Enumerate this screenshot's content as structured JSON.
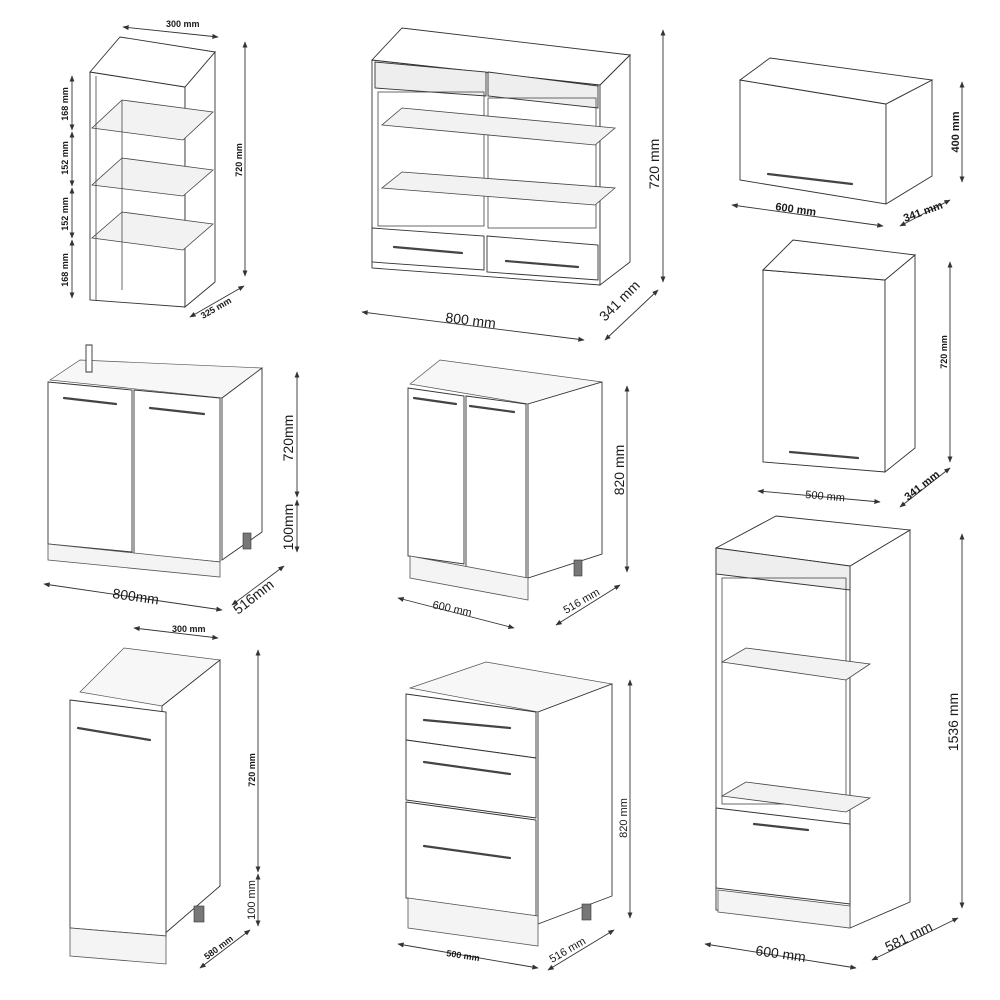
{
  "units": [
    {
      "name": "open-shelf-cabinet",
      "dims": {
        "width": "300 mm",
        "depth": "325 mm",
        "height": "720 mm",
        "shelf1": "168 mm",
        "shelf2": "152 mm",
        "shelf3": "152 mm",
        "shelf4": "168 mm"
      }
    },
    {
      "name": "glass-wall-cabinet",
      "dims": {
        "width": "800 mm",
        "depth": "341 mm",
        "height": "720 mm"
      }
    },
    {
      "name": "hood-wall-cabinet",
      "dims": {
        "width": "600 mm",
        "depth": "341 mm",
        "height": "400 mm"
      }
    },
    {
      "name": "single-wall-cabinet",
      "dims": {
        "width": "500 mm",
        "depth": "341 mm",
        "height": "720 mm"
      }
    },
    {
      "name": "sink-base-cabinet",
      "dims": {
        "width": "800mm",
        "depth": "516mm",
        "height": "720mm",
        "plinth": "100mm"
      }
    },
    {
      "name": "double-door-base-cabinet",
      "dims": {
        "width": "600 mm",
        "depth": "516 mm",
        "height": "820 mm"
      }
    },
    {
      "name": "narrow-base-cabinet",
      "dims": {
        "width": "300 mm",
        "depth": "580 mm",
        "height": "720 mm",
        "plinth": "100 mm"
      }
    },
    {
      "name": "drawer-base-cabinet",
      "dims": {
        "width": "500 mm",
        "depth": "516 mm",
        "height": "820 mm"
      }
    },
    {
      "name": "tall-oven-cabinet",
      "dims": {
        "width": "600 mm",
        "depth": "581 mm",
        "height": "1536 mm"
      }
    }
  ]
}
